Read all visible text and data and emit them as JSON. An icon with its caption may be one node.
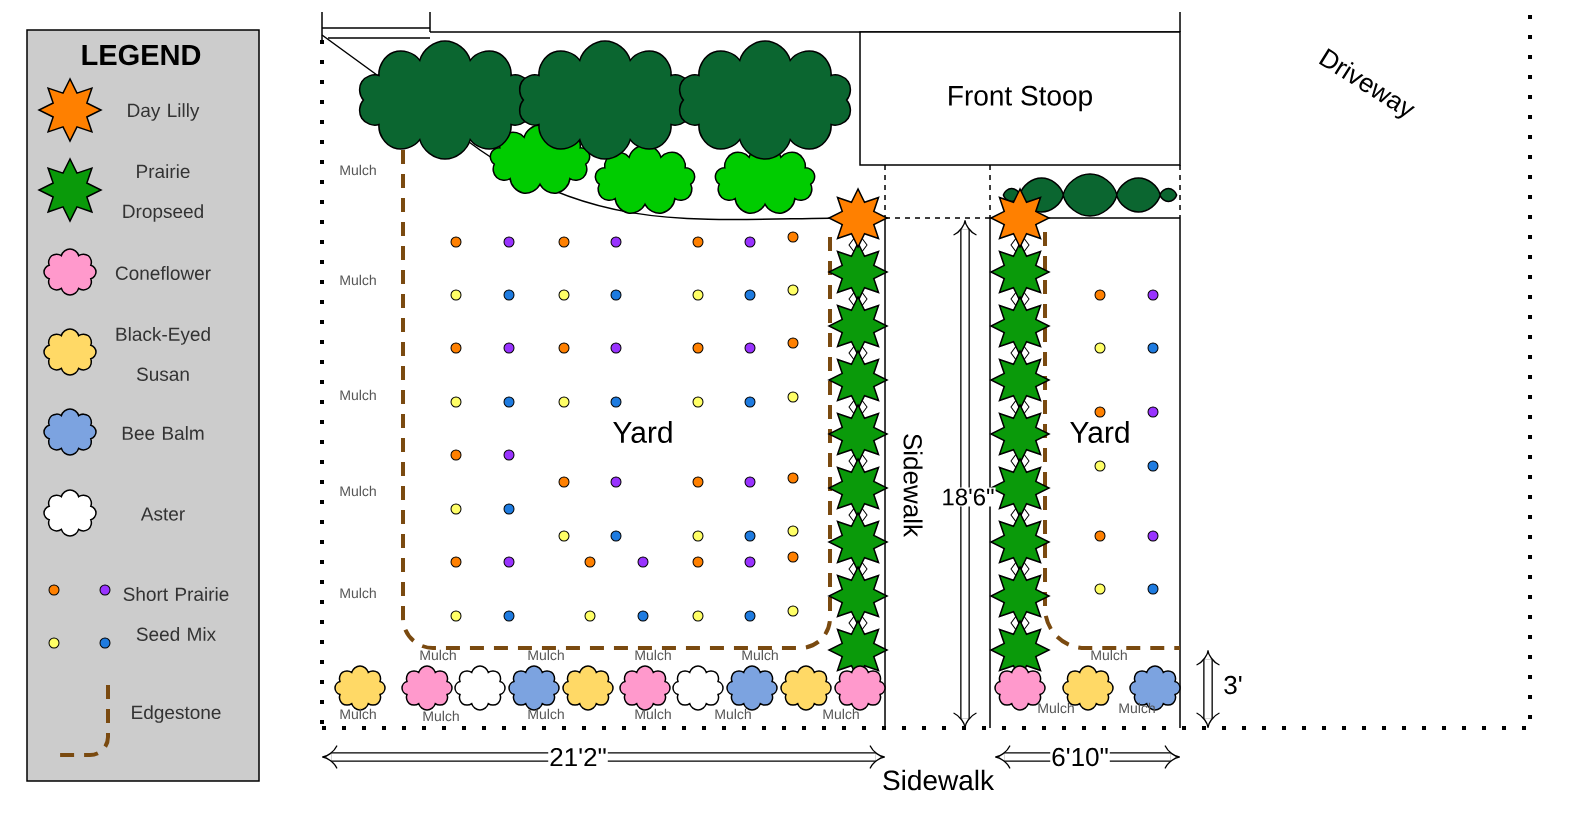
{
  "diagram": {
    "nodes": [
      {
        "text": [
          "Front Stoop"
        ]
      }
    ],
    "labels": [
      "LEGEND",
      "Driveway",
      "Mulch",
      "Mulch",
      "Mulch",
      "Yard",
      "Sidewalk",
      "Yard",
      "18'6\"",
      "Mulch",
      "Mulch",
      "Mulch",
      "Mulch",
      "Mulch",
      "Mulch",
      "Mulch",
      "3'",
      "Mulch",
      "Mulch",
      "Mulch",
      "Mulch",
      "Mulch",
      "Mulch",
      "Mulch",
      "Mulch",
      "21'2\"",
      "6'10\"",
      "Sidewalk"
    ],
    "legend": [
      {
        "text": "Day Lilly"
      },
      {
        "text": "Prairie Dropseed"
      },
      {
        "text": "Coneflower"
      },
      {
        "text": "Black-Eyed Susan"
      },
      {
        "text": "Bee Balm"
      },
      {
        "text": "Aster"
      },
      {
        "text": "Short Prairie Seed Mix"
      },
      {
        "text": "Edgestone"
      }
    ]
  }
}
